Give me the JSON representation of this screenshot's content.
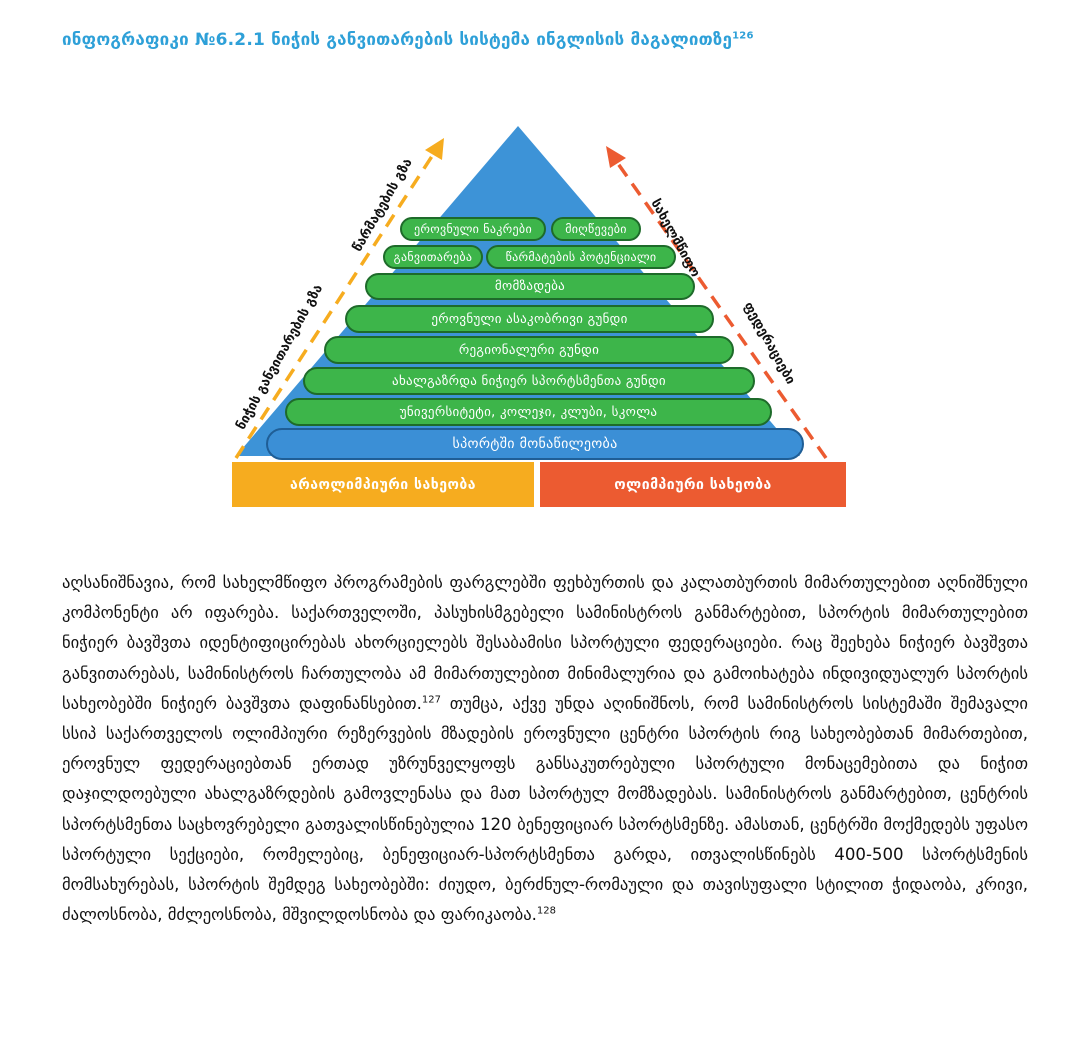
{
  "title": {
    "text": "ინფოგრაფიკი №6.2.1 ნიჭის განვითარების სისტემა ინგლისის მაგალითზე",
    "footnote": "126"
  },
  "pyramid": {
    "levels": [
      {
        "labels": [
          "ეროვნული ნაკრები",
          "მიღწევები"
        ]
      },
      {
        "labels": [
          "განვითარება",
          "წარმატების პოტენციალი"
        ]
      },
      {
        "labels": [
          "მომზადება"
        ]
      },
      {
        "labels": [
          "ეროვნული ასაკობრივი გუნდი"
        ]
      },
      {
        "labels": [
          "რეგიონალური გუნდი"
        ]
      },
      {
        "labels": [
          "ახალგაზრდა ნიჭიერ სპორტსმენთა გუნდი"
        ]
      },
      {
        "labels": [
          "უნივერსიტეტი, კოლეჯი, კლუბი, სკოლა"
        ]
      },
      {
        "labels": [
          "სპორტში მონაწილეობა"
        ]
      }
    ],
    "left_arrow_labels": [
      "წარმატების გზა",
      "ნიჭის განვითარების გზა"
    ],
    "right_arrow_labels": [
      "სახელმწიფო",
      "ფედერაციები"
    ],
    "base_left": "არაოლიმპიური სახეობა",
    "base_right": "ოლიმპიური სახეობა",
    "colors": {
      "triangle": "#3d93d7",
      "pill_green": "#3db54a",
      "left_arrow": "#f6ac1f",
      "right_arrow": "#ec5b31"
    }
  },
  "paragraph": {
    "part1": "აღსანიშნავია, რომ სახელმწიფო პროგრამების ფარგლებში ფეხბურთის და კალათბურთის მიმართულებით აღნიშნული კომპონენტი არ იფარება. საქართველოში, პასუხისმგებელი სამინისტროს განმარტებით, სპორტის მიმართულებით ნიჭიერ ბავშვთა იდენტიფიცირებას ახორციელებს შესაბამისი სპორტული ფედერაციები. რაც შეეხება ნიჭიერ ბავშვთა განვითარებას, სამინისტროს ჩართულობა ამ მიმართულებით მინიმალურია და გამოიხატება ინდივიდუალურ სპორტის სახეობებში ნიჭიერ ბავშვთა დაფინანსებით.",
    "fn1": "127",
    "part2": " თუმცა, აქვე უნდა აღინიშნოს, რომ სამინისტროს სისტემაში შემავალი სსიპ საქართველოს ოლიმპიური რეზერვების მზადების ეროვნული ცენტრი სპორტის რიგ სახეობებთან მიმართებით, ეროვნულ ფედერაციებთან ერთად უზრუნველყოფს განსაკუთრებული სპორტული მონაცემებითა და ნიჭით დაჯილდოებული ახალგაზრდების გამოვლენასა და მათ სპორტულ მომზადებას. სამინისტროს განმარტებით, ცენტრის სპორტსმენთა საცხოვრებელი გათვალისწინებულია 120 ბენეფიციარ სპორტსმენზე. ამასთან, ცენტრში მოქმედებს უფასო სპორტული სექციები, რომელებიც, ბენეფიციარ-სპორტსმენთა გარდა, ითვალისწინებს 400-500 სპორტსმენის მომსახურებას, სპორტის შემდეგ სახეობებში: ძიუდო, ბერძნულ-რომაული და თავისუფალი სტილით ჭიდაობა, კრივი, ძალოსნობა, მძლეოსნობა, მშვილდოსნობა და ფარიკაობა.",
    "fn2": "128"
  }
}
